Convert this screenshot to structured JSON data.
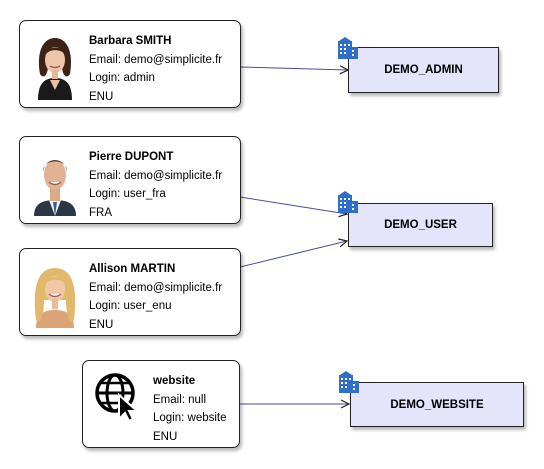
{
  "users": [
    {
      "id": "barbara",
      "name": "Barbara SMITH",
      "email": "Email: demo@simplicite.fr",
      "login": "Login: admin",
      "lang": "ENU",
      "avatar": "woman-brunette-photo"
    },
    {
      "id": "pierre",
      "name": "Pierre DUPONT",
      "email": "Email: demo@simplicite.fr",
      "login": "Login: user_fra",
      "lang": "FRA",
      "avatar": "man-suit-photo"
    },
    {
      "id": "allison",
      "name": "Allison MARTIN",
      "email": "Email: demo@simplicite.fr",
      "login": "Login: user_enu",
      "lang": "ENU",
      "avatar": "woman-blonde-photo"
    },
    {
      "id": "website",
      "name": "website",
      "email": "Email: null",
      "login": "Login: website",
      "lang": "ENU",
      "avatar": "web-globe-cursor-icon"
    }
  ],
  "groups": [
    {
      "id": "admin",
      "label": "DEMO_ADMIN",
      "icon": "building-icon"
    },
    {
      "id": "user",
      "label": "DEMO_USER",
      "icon": "building-icon"
    },
    {
      "id": "website",
      "label": "DEMO_WEBSITE",
      "icon": "building-icon"
    }
  ],
  "edges": [
    {
      "from": "barbara",
      "to": "admin"
    },
    {
      "from": "pierre",
      "to": "user"
    },
    {
      "from": "allison",
      "to": "user"
    },
    {
      "from": "website",
      "to": "website"
    }
  ],
  "colors": {
    "group_fill": "#e4e4fb",
    "edge": "#4a4aa6",
    "icon": "#2f6fc9"
  }
}
